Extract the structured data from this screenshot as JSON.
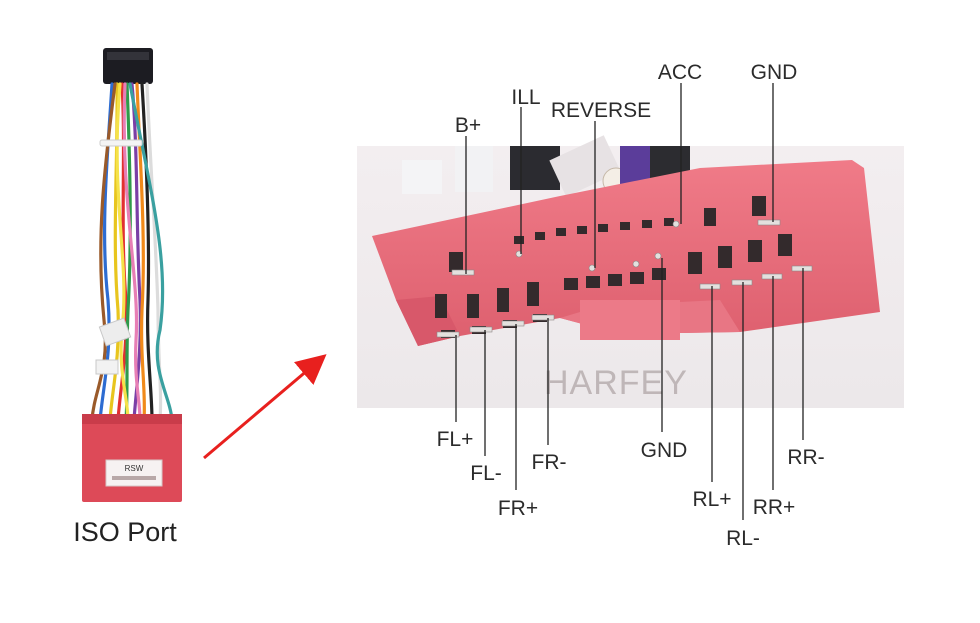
{
  "caption": "ISO Port",
  "watermark": "HARFEY",
  "harness_tag": "RSW",
  "arrow_color": "#e8201e",
  "connector_color": "#e86a78",
  "pins": {
    "b_plus": "B+",
    "ill": "ILL",
    "reverse": "REVERSE",
    "acc": "ACC",
    "gnd_top": "GND",
    "fl_plus": "FL+",
    "fl_minus": "FL-",
    "fr_plus": "FR+",
    "fr_minus": "FR-",
    "gnd_bottom": "GND",
    "rl_plus": "RL+",
    "rl_minus": "RL-",
    "rr_plus": "RR+",
    "rr_minus": "RR-"
  }
}
